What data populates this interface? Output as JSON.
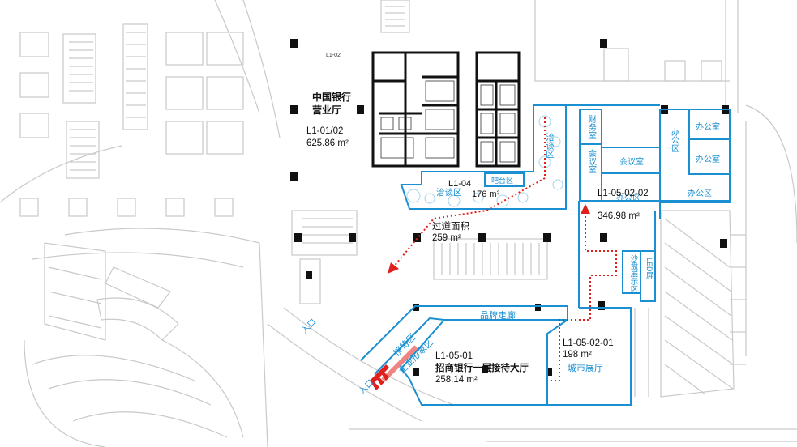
{
  "labels": {
    "room_l1_02": "L1-02",
    "boc_name_line1": "中国银行",
    "boc_name_line2": "营业厅",
    "boc_code": "L1-01/02",
    "boc_area": "625.86 m²",
    "negotiation_area_vertical": "洽谈区",
    "negotiation_area": "洽谈区",
    "l104_code": "L1-04",
    "l104_area": "176 m²",
    "bar_area": "吧台区",
    "finance_room": "财务室",
    "meeting_room_small": "会议室",
    "meeting_room": "会议室",
    "office_vertical": "办公区",
    "office_room_1": "办公室",
    "office_room_2": "办公室",
    "office_area_1": "办公区",
    "office_area_2": "办公区",
    "l10502_02_code": "L1-05-02-02",
    "l10502_02_area": "346.98 m²",
    "corridor_name": "过道面积",
    "corridor_area": "259 m²",
    "sand_table_vertical": "沙盘展示区",
    "led_screen_vertical": "LED屏",
    "brand_corridor": "品牌走廊",
    "reception_area": "接待区",
    "corp_image_area": "企业形象区",
    "cmb_code": "L1-05-01",
    "cmb_name": "招商银行一层接待大厅",
    "cmb_area": "258.14 m²",
    "l10502_01_code": "L1-05-02-01",
    "l10502_01_area": "198 m²",
    "city_hall": "城市展厅",
    "entrance_1": "入口",
    "entrance_2": "入口"
  },
  "colors": {
    "zone_outline": "#1a8fd1",
    "route_dots": "#e0201c",
    "wall": "#111111",
    "base_lines": "#c9c9c9"
  }
}
